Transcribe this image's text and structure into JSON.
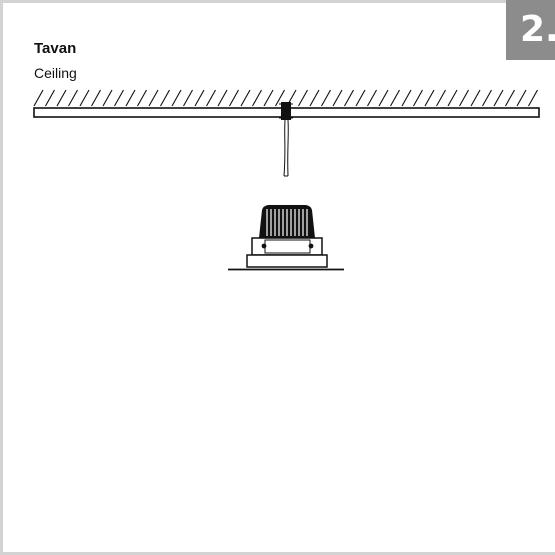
{
  "step": {
    "number": "2."
  },
  "labels": {
    "primary": "Tavan",
    "secondary": "Ceiling"
  },
  "colors": {
    "badge": "#8c8c8c",
    "frame": "#d3d3d3",
    "ink": "#111111"
  },
  "icons": {
    "fixture": "recessed-downlight-icon",
    "wire": "power-cable-icon",
    "ceiling": "ceiling-hatch-icon"
  }
}
